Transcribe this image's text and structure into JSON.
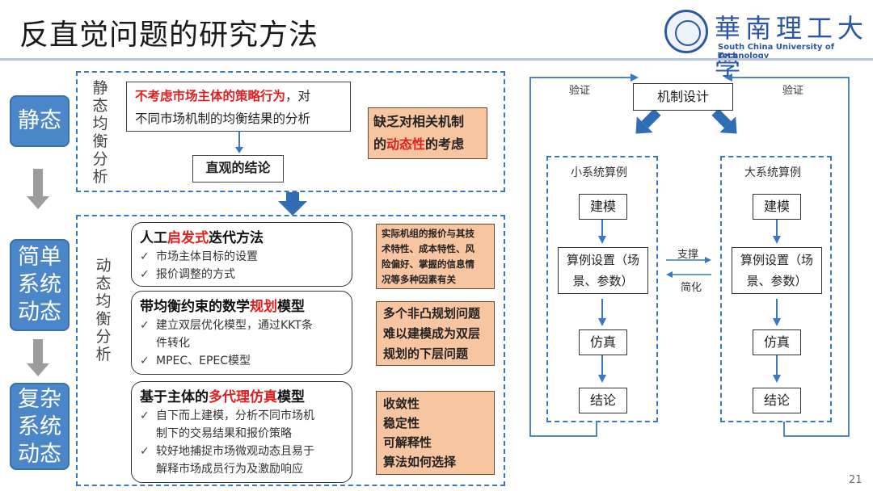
{
  "header": {
    "title": "反直觉问题的研究方法",
    "logo_cn": "華南理工大學",
    "logo_en": "South China University of Technology"
  },
  "stages": [
    "静态",
    "简单系统动态",
    "复杂系统动态"
  ],
  "stage_lines": {
    "s1": [
      "静态"
    ],
    "s2": [
      "简单",
      "系统",
      "动态"
    ],
    "s3": [
      "复杂",
      "系统",
      "动态"
    ]
  },
  "static_section": {
    "label": [
      "静",
      "态",
      "均",
      "衡",
      "分",
      "析"
    ],
    "box_red": "不考虑市场主体的策略行为",
    "box_rest1": "，对",
    "box_line2": "不同市场机制的均衡结果的分析",
    "conclusion": "直观的结论",
    "note_line1": "缺乏对相关机制",
    "note_pre": "的",
    "note_red": "动态性",
    "note_post": "的考虑"
  },
  "dynamic_section": {
    "label": [
      "动",
      "态",
      "均",
      "衡",
      "分",
      "析"
    ],
    "blocks": [
      {
        "title_pre": "人工",
        "title_red": "启发式",
        "title_post": "迭代方法",
        "bullets": [
          "市场主体目标的设置",
          "报价调整的方式"
        ],
        "note": [
          "实际机组的报价与其技",
          "术特性、成本特性、风",
          "险偏好、掌握的信息情",
          "况等多种因素有关"
        ]
      },
      {
        "title_pre": "带均衡约束的数学",
        "title_red": "规划",
        "title_post": "模型",
        "bullets": [
          "建立双层优化模型，通过KKT条",
          "件转化",
          "MPEC、EPEC模型"
        ],
        "note": [
          "多个非凸规划问题",
          "难以建模成为双层",
          "规划的下层问题"
        ]
      },
      {
        "title_pre": "基于主体的",
        "title_red": "多代理仿真",
        "title_post": "模型",
        "bullets": [
          "自下而上建模，分析不同市场机",
          "制下的交易结果和报价策略",
          "较好地捕捉市场微观动态且易于",
          "解释市场成员行为及激励响应"
        ],
        "note": [
          "收敛性",
          "稳定性",
          "可解释性",
          "算法如何选择"
        ]
      }
    ]
  },
  "flow": {
    "top": "机制设计",
    "verify_left": "验证",
    "verify_right": "验证",
    "support": "支撑",
    "simplify": "简化",
    "small_title": "小系统算例",
    "large_title": "大系统算例",
    "steps": [
      "建模",
      "算例设置（场",
      "景、参数）",
      "仿真",
      "结论"
    ]
  },
  "page_number": "21",
  "colors": {
    "accent": "#3a78c0",
    "stage_blue": "#4a86c8",
    "note_orange": "#f8c5a1",
    "highlight_red": "#e02020"
  }
}
